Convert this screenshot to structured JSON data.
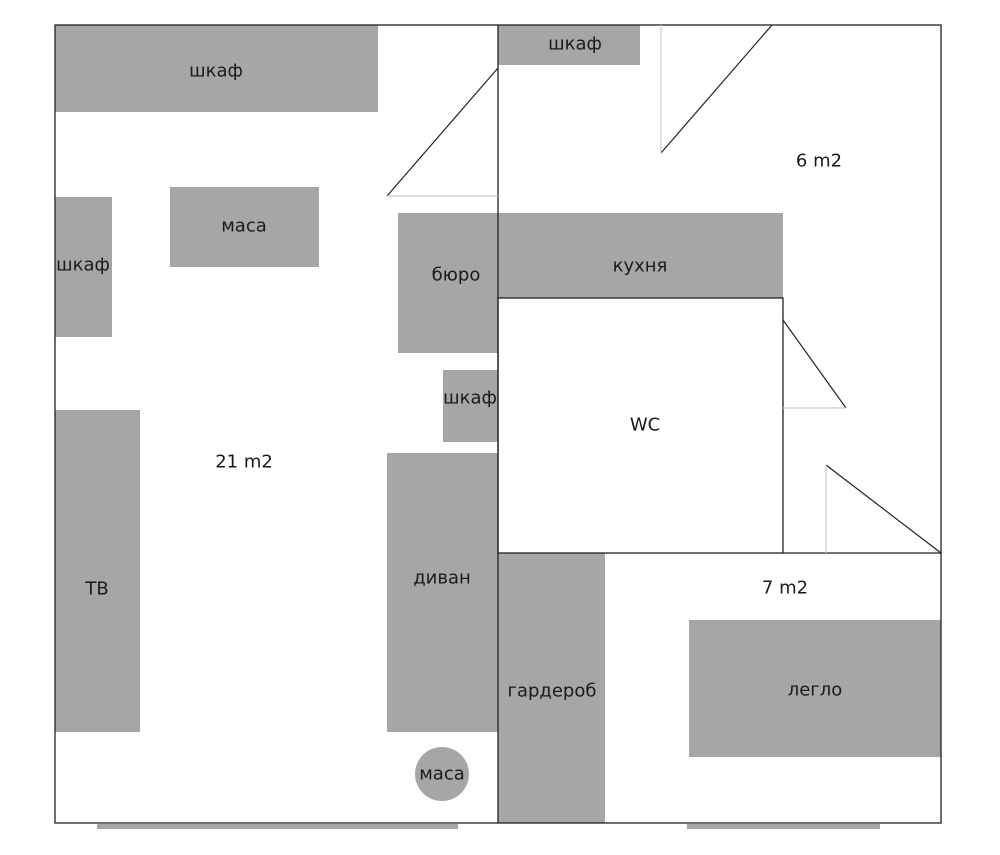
{
  "rooms": {
    "living_area": "21 m2",
    "kitchen_area": "6 m2",
    "bedroom_area": "7 m2",
    "bathroom": "WC"
  },
  "furniture": {
    "wardrobe_top_left": "шкаф",
    "wardrobe_top_middle": "шкаф",
    "wardrobe_left": "шкаф",
    "wardrobe_small": "шкаф",
    "dining_table": "маса",
    "round_table": "маса",
    "desk": "бюро",
    "kitchen": "кухня",
    "tv": "ТВ",
    "sofa": "диван",
    "closet": "гардероб",
    "bed": "легло"
  },
  "colors": {
    "furniture": "#a6a6a6",
    "walls": "#222222"
  }
}
